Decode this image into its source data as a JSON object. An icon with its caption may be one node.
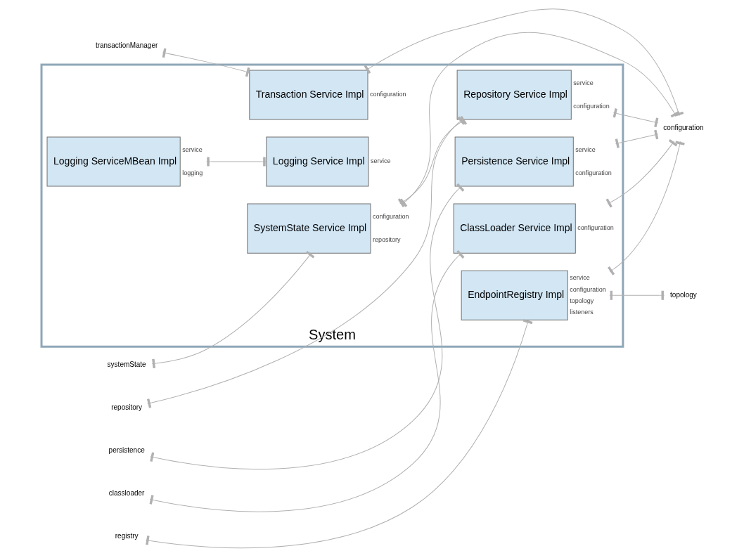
{
  "diagram": {
    "nodes": [
      {
        "text": [
          "System"
        ]
      },
      {
        "text": [
          "persistence"
        ]
      },
      {
        "text": [
          "systemState"
        ]
      },
      {
        "text": [
          "repository"
        ]
      },
      {
        "text": [
          "classloader"
        ]
      },
      {
        "text": [
          "transactionManager"
        ]
      },
      {
        "text": [
          "registry"
        ]
      },
      {
        "text": [
          "configuration"
        ]
      },
      {
        "text": [
          "topology"
        ]
      },
      {
        "text": [
          "SystemState Service Impl"
        ],
        "in": 0,
        "beside": [
          "configuration",
          "repository"
        ]
      },
      {
        "text": [
          "Persistence Service Impl"
        ],
        "in": 0,
        "beside": [
          "service",
          "configuration"
        ]
      },
      {
        "text": [
          "Repository Service Impl"
        ],
        "in": 0,
        "beside": [
          "service",
          "configuration"
        ]
      },
      {
        "text": [
          "ClassLoader Service Impl"
        ],
        "in": 0,
        "beside": [
          "configuration"
        ]
      },
      {
        "text": [
          "Transaction Service Impl"
        ],
        "in": 0,
        "beside": [
          "configuration"
        ]
      },
      {
        "text": [
          "EndpointRegistry Impl"
        ],
        "in": 0,
        "beside": [
          "service",
          "configuration",
          "topology",
          "listeners"
        ]
      },
      {
        "text": [
          "Logging ServiceMBean Impl"
        ],
        "in": 0,
        "beside": [
          "service",
          "logging"
        ]
      },
      {
        "text": [
          "Logging Service Impl"
        ],
        "in": 0,
        "beside": [
          "service"
        ]
      }
    ],
    "edges": [
      {
        "from": 1,
        "to": 10,
        "arrow": "other"
      },
      {
        "from": 2,
        "to": 9,
        "arrow": "other"
      },
      {
        "from": 3,
        "to": 11,
        "arrow": "other"
      },
      {
        "from": 9,
        "to": 11,
        "arrow": "other"
      },
      {
        "from": 4,
        "to": 12,
        "arrow": "other"
      },
      {
        "from": 5,
        "to": 13,
        "arrow": "other"
      },
      {
        "from": 6,
        "to": 14,
        "arrow": "other"
      },
      {
        "from": 10,
        "to": 7,
        "arrow": "other"
      },
      {
        "from": 9,
        "to": 7,
        "arrow": "other"
      },
      {
        "from": 11,
        "to": 7,
        "arrow": "other"
      },
      {
        "from": 12,
        "to": 7,
        "arrow": "other"
      },
      {
        "from": 13,
        "to": 7,
        "arrow": "other"
      },
      {
        "from": 14,
        "to": 7,
        "arrow": "other"
      },
      {
        "from": 14,
        "to": 8,
        "arrow": "other"
      },
      {
        "from": 15,
        "to": 16,
        "arrow": "other"
      }
    ]
  }
}
